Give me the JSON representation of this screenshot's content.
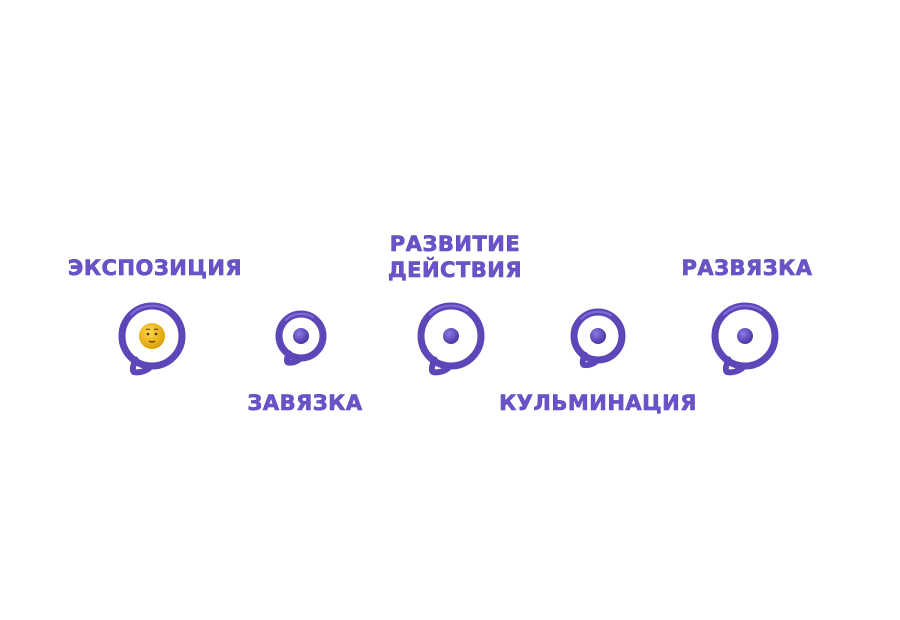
{
  "colors": {
    "track": "#5d46b8",
    "ring": "#5d46b8",
    "ring_highlight": "#8a75e0",
    "dot": "#4e39a8",
    "dot_highlight": "#8d7ae6",
    "label": "#6a53c9",
    "face": "#f2c21b",
    "face_shadow": "#c98f00"
  },
  "timeline": {
    "stages": [
      {
        "label": [
          "ЭКСПОЗИЦИЯ"
        ],
        "marker": "smiley-icon",
        "active": true
      },
      {
        "label": [
          "ЗАВЯЗКА"
        ],
        "marker": "dot",
        "active": false
      },
      {
        "label": [
          "РАЗВИТИЕ",
          "ДЕЙСТВИЯ"
        ],
        "marker": "dot",
        "active": false
      },
      {
        "label": [
          "КУЛЬМИНАЦИЯ"
        ],
        "marker": "dot",
        "active": false
      },
      {
        "label": [
          "РАЗВЯЗКА"
        ],
        "marker": "dot",
        "active": false
      }
    ]
  }
}
